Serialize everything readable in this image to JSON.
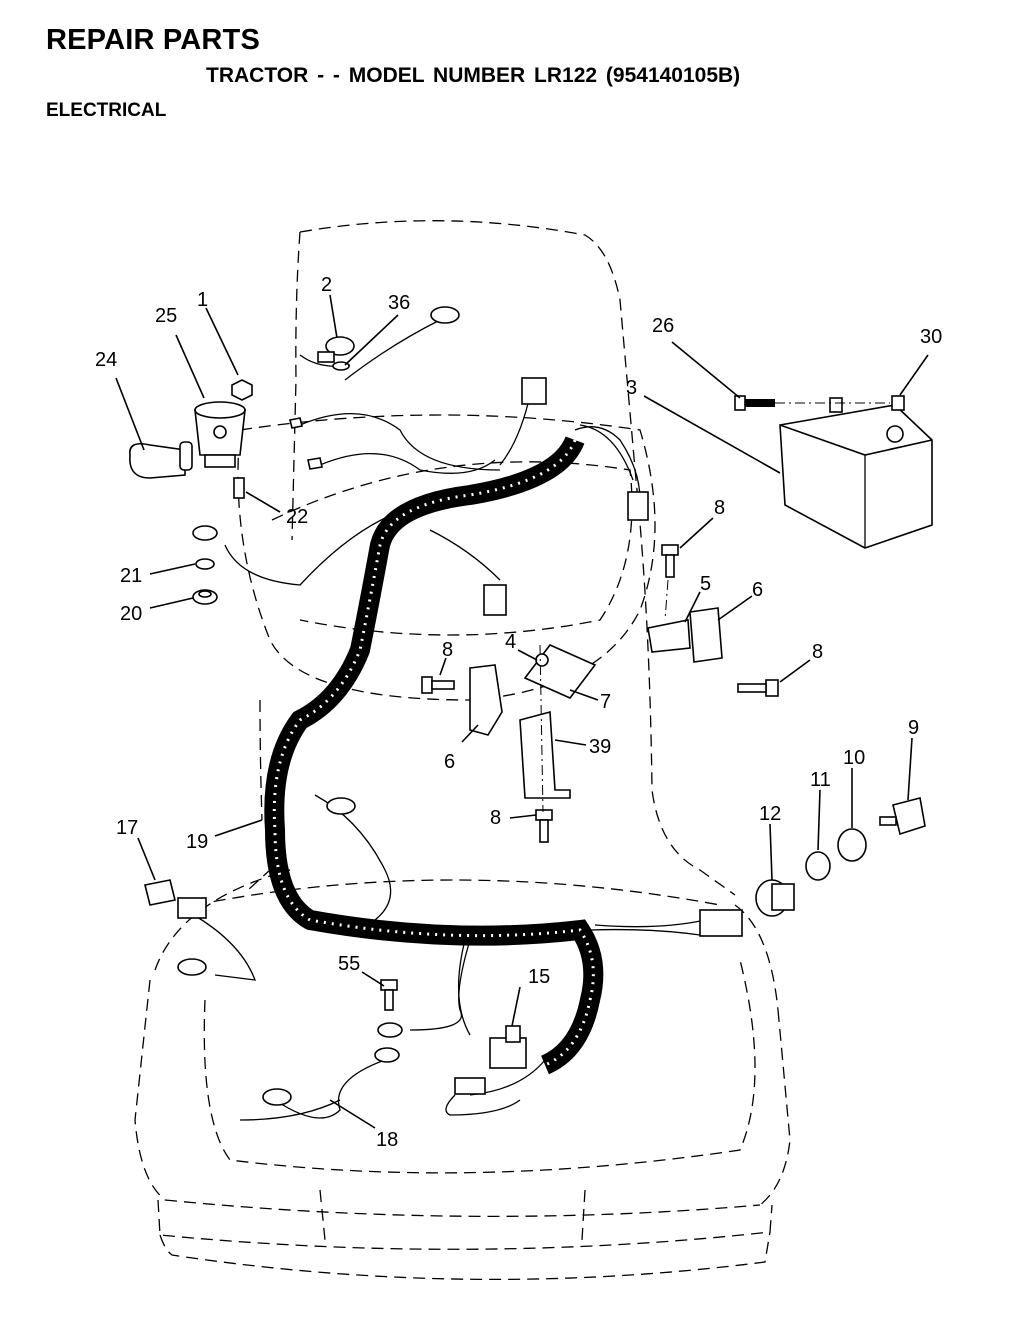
{
  "header": {
    "title": "REPAIR PARTS",
    "model_line": "TRACTOR - - MODEL NUMBER LR122 (954140105B)",
    "section": "ELECTRICAL"
  },
  "callouts": [
    {
      "id": "c1",
      "text": "1"
    },
    {
      "id": "c2",
      "text": "2"
    },
    {
      "id": "c3",
      "text": "3"
    },
    {
      "id": "c4",
      "text": "4"
    },
    {
      "id": "c5",
      "text": "5"
    },
    {
      "id": "c6a",
      "text": "6"
    },
    {
      "id": "c6b",
      "text": "6"
    },
    {
      "id": "c7",
      "text": "7"
    },
    {
      "id": "c8a",
      "text": "8"
    },
    {
      "id": "c8b",
      "text": "8"
    },
    {
      "id": "c8c",
      "text": "8"
    },
    {
      "id": "c8d",
      "text": "8"
    },
    {
      "id": "c9",
      "text": "9"
    },
    {
      "id": "c10",
      "text": "10"
    },
    {
      "id": "c11",
      "text": "11"
    },
    {
      "id": "c12",
      "text": "12"
    },
    {
      "id": "c15",
      "text": "15"
    },
    {
      "id": "c17",
      "text": "17"
    },
    {
      "id": "c18",
      "text": "18"
    },
    {
      "id": "c19",
      "text": "19"
    },
    {
      "id": "c20",
      "text": "20"
    },
    {
      "id": "c21",
      "text": "21"
    },
    {
      "id": "c22",
      "text": "22"
    },
    {
      "id": "c24",
      "text": "24"
    },
    {
      "id": "c25",
      "text": "25"
    },
    {
      "id": "c26",
      "text": "26"
    },
    {
      "id": "c30",
      "text": "30"
    },
    {
      "id": "c36",
      "text": "36"
    },
    {
      "id": "c39",
      "text": "39"
    },
    {
      "id": "c55",
      "text": "55"
    }
  ]
}
